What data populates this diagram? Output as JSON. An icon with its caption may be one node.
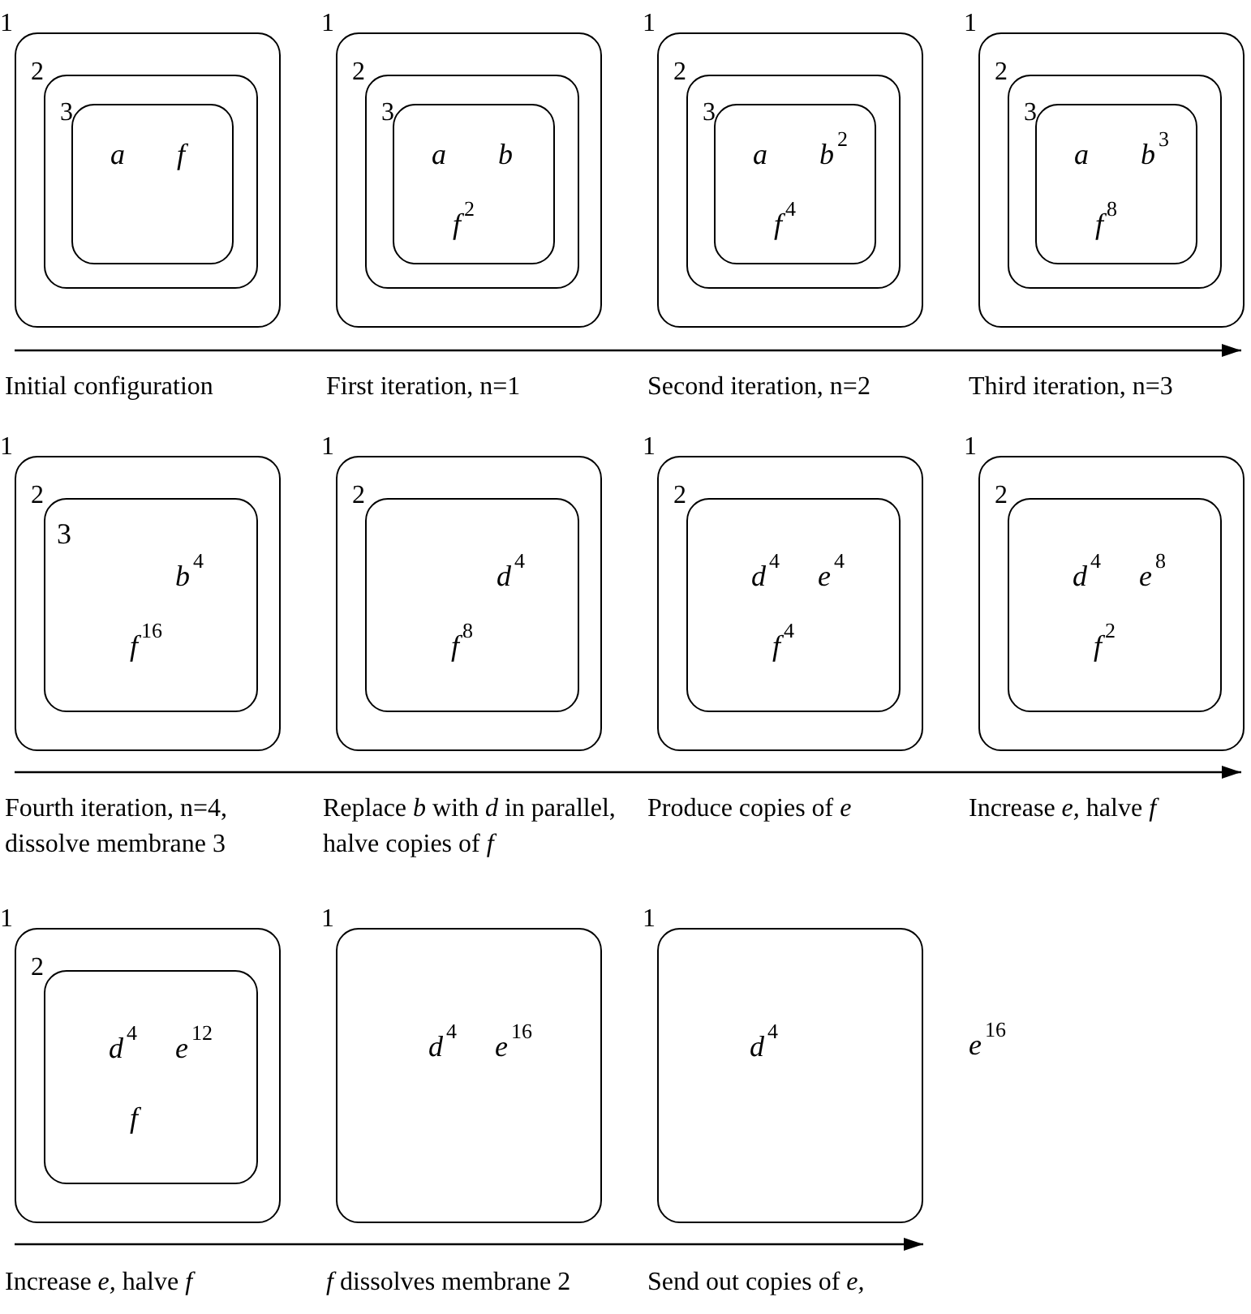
{
  "diagram": {
    "nodes": [
      {
        "text": [
          "1"
        ]
      },
      {
        "text": [
          "2"
        ],
        "in": 0
      },
      {
        "text": [
          "3",
          "*a*",
          "*f*"
        ],
        "in": 1
      },
      {
        "text": [
          "1"
        ]
      },
      {
        "text": [
          "2"
        ],
        "in": 3
      },
      {
        "text": [
          "3",
          "*a*",
          "*b*",
          "*f*$^{2}$"
        ],
        "in": 4
      },
      {
        "text": [
          "1"
        ]
      },
      {
        "text": [
          "2"
        ],
        "in": 6
      },
      {
        "text": [
          "3",
          "*a*",
          "*b*$^{2}$",
          "*f*$^{4}$"
        ],
        "in": 7
      },
      {
        "text": [
          "1"
        ]
      },
      {
        "text": [
          "2"
        ],
        "in": 9
      },
      {
        "text": [
          "3",
          "*a*",
          "*b*$^{3}$",
          "*f*$^{8}$"
        ],
        "in": 10
      },
      {
        "text": [
          "1"
        ]
      },
      {
        "text": [
          "2",
          "3",
          "*b*$^{4}$",
          "*f*$^{16}$"
        ],
        "in": 12
      },
      {
        "text": [
          "1"
        ]
      },
      {
        "text": [
          "2",
          "*d*$^{4}$",
          "*f*$^{8}$"
        ],
        "in": 14
      },
      {
        "text": [
          "1"
        ]
      },
      {
        "text": [
          "2",
          "*d*$^{4}$",
          "*e*$^{4}$",
          "*f*$^{4}$"
        ],
        "in": 16
      },
      {
        "text": [
          "1"
        ]
      },
      {
        "text": [
          "2",
          "*d*$^{4}$",
          "*e*$^{8}$",
          "*f*$^{2}$"
        ],
        "in": 18
      },
      {
        "text": [
          "1"
        ]
      },
      {
        "text": [
          "2",
          "*d*$^{4}$",
          "*e*$^{12}$",
          "*f*"
        ],
        "in": 20
      },
      {
        "text": [
          "1",
          "*d*$^{4}$",
          "*e*$^{16}$"
        ]
      },
      {
        "text": [
          "1",
          "*d*$^{4}$"
        ]
      }
    ],
    "labels": [
      "Initial configuration",
      "First iteration, n=1",
      "Second iteration, n=2",
      "Third iteration, n=3",
      "Fourth iteration, n=4, dissolve membrane 3",
      "Replace *b* with *d* in parallel, halve copies of *f*",
      "Produce copies of *e*",
      "Increase *e,* halve *f*",
      "Increase *e,* halve *f*",
      "*f* dissolves membrane 2",
      "Send out copies of *e,*",
      "*e*$^{16}$"
    ]
  }
}
